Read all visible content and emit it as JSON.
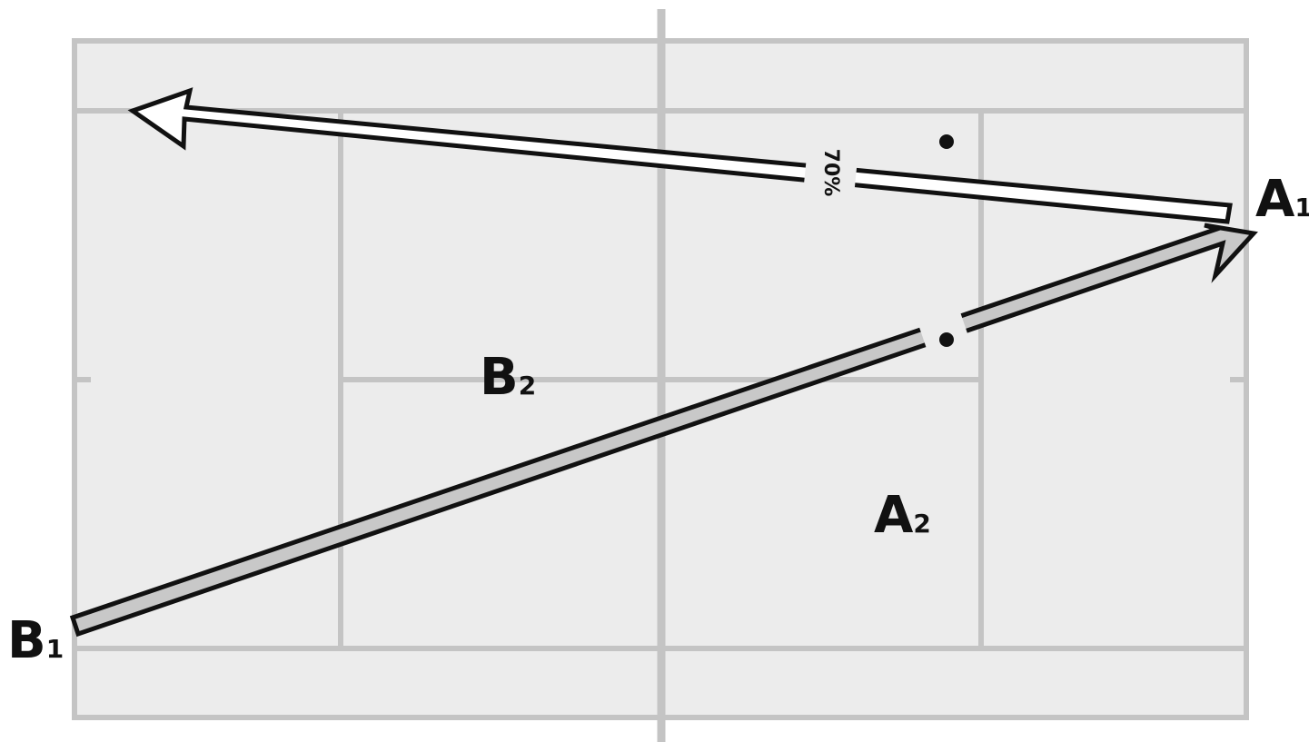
{
  "shot_label": "70%",
  "players": [
    {
      "id": "A1",
      "letter": "A",
      "number": "1"
    },
    {
      "id": "A2",
      "letter": "A",
      "number": "2"
    },
    {
      "id": "B1",
      "letter": "B",
      "number": "1"
    },
    {
      "id": "B2",
      "letter": "B",
      "number": "2"
    }
  ],
  "colors": {
    "court": "#ececec",
    "lines": "#c4c4c4",
    "outline": "#111111",
    "arrow_clear": "#ffffff",
    "arrow_drive": "#c8c8c8"
  }
}
